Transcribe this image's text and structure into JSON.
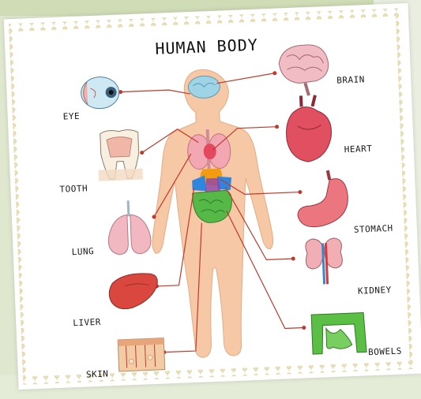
{
  "title": "HUMAN BODY",
  "labels": {
    "eye": "EYE",
    "tooth": "TOOTH",
    "lung": "LUNG",
    "liver": "LIVER",
    "skin": "SKIN",
    "brain": "BRAIN",
    "heart": "HEART",
    "stomach": "STOMACH",
    "kidney": "KIDNEY",
    "bowels": "BOWELS"
  },
  "colors": {
    "body": "#f6c8a6",
    "connector": "#c0392b",
    "border_beads": "#e8d9a8",
    "border_stems": "#b8c8a0"
  }
}
